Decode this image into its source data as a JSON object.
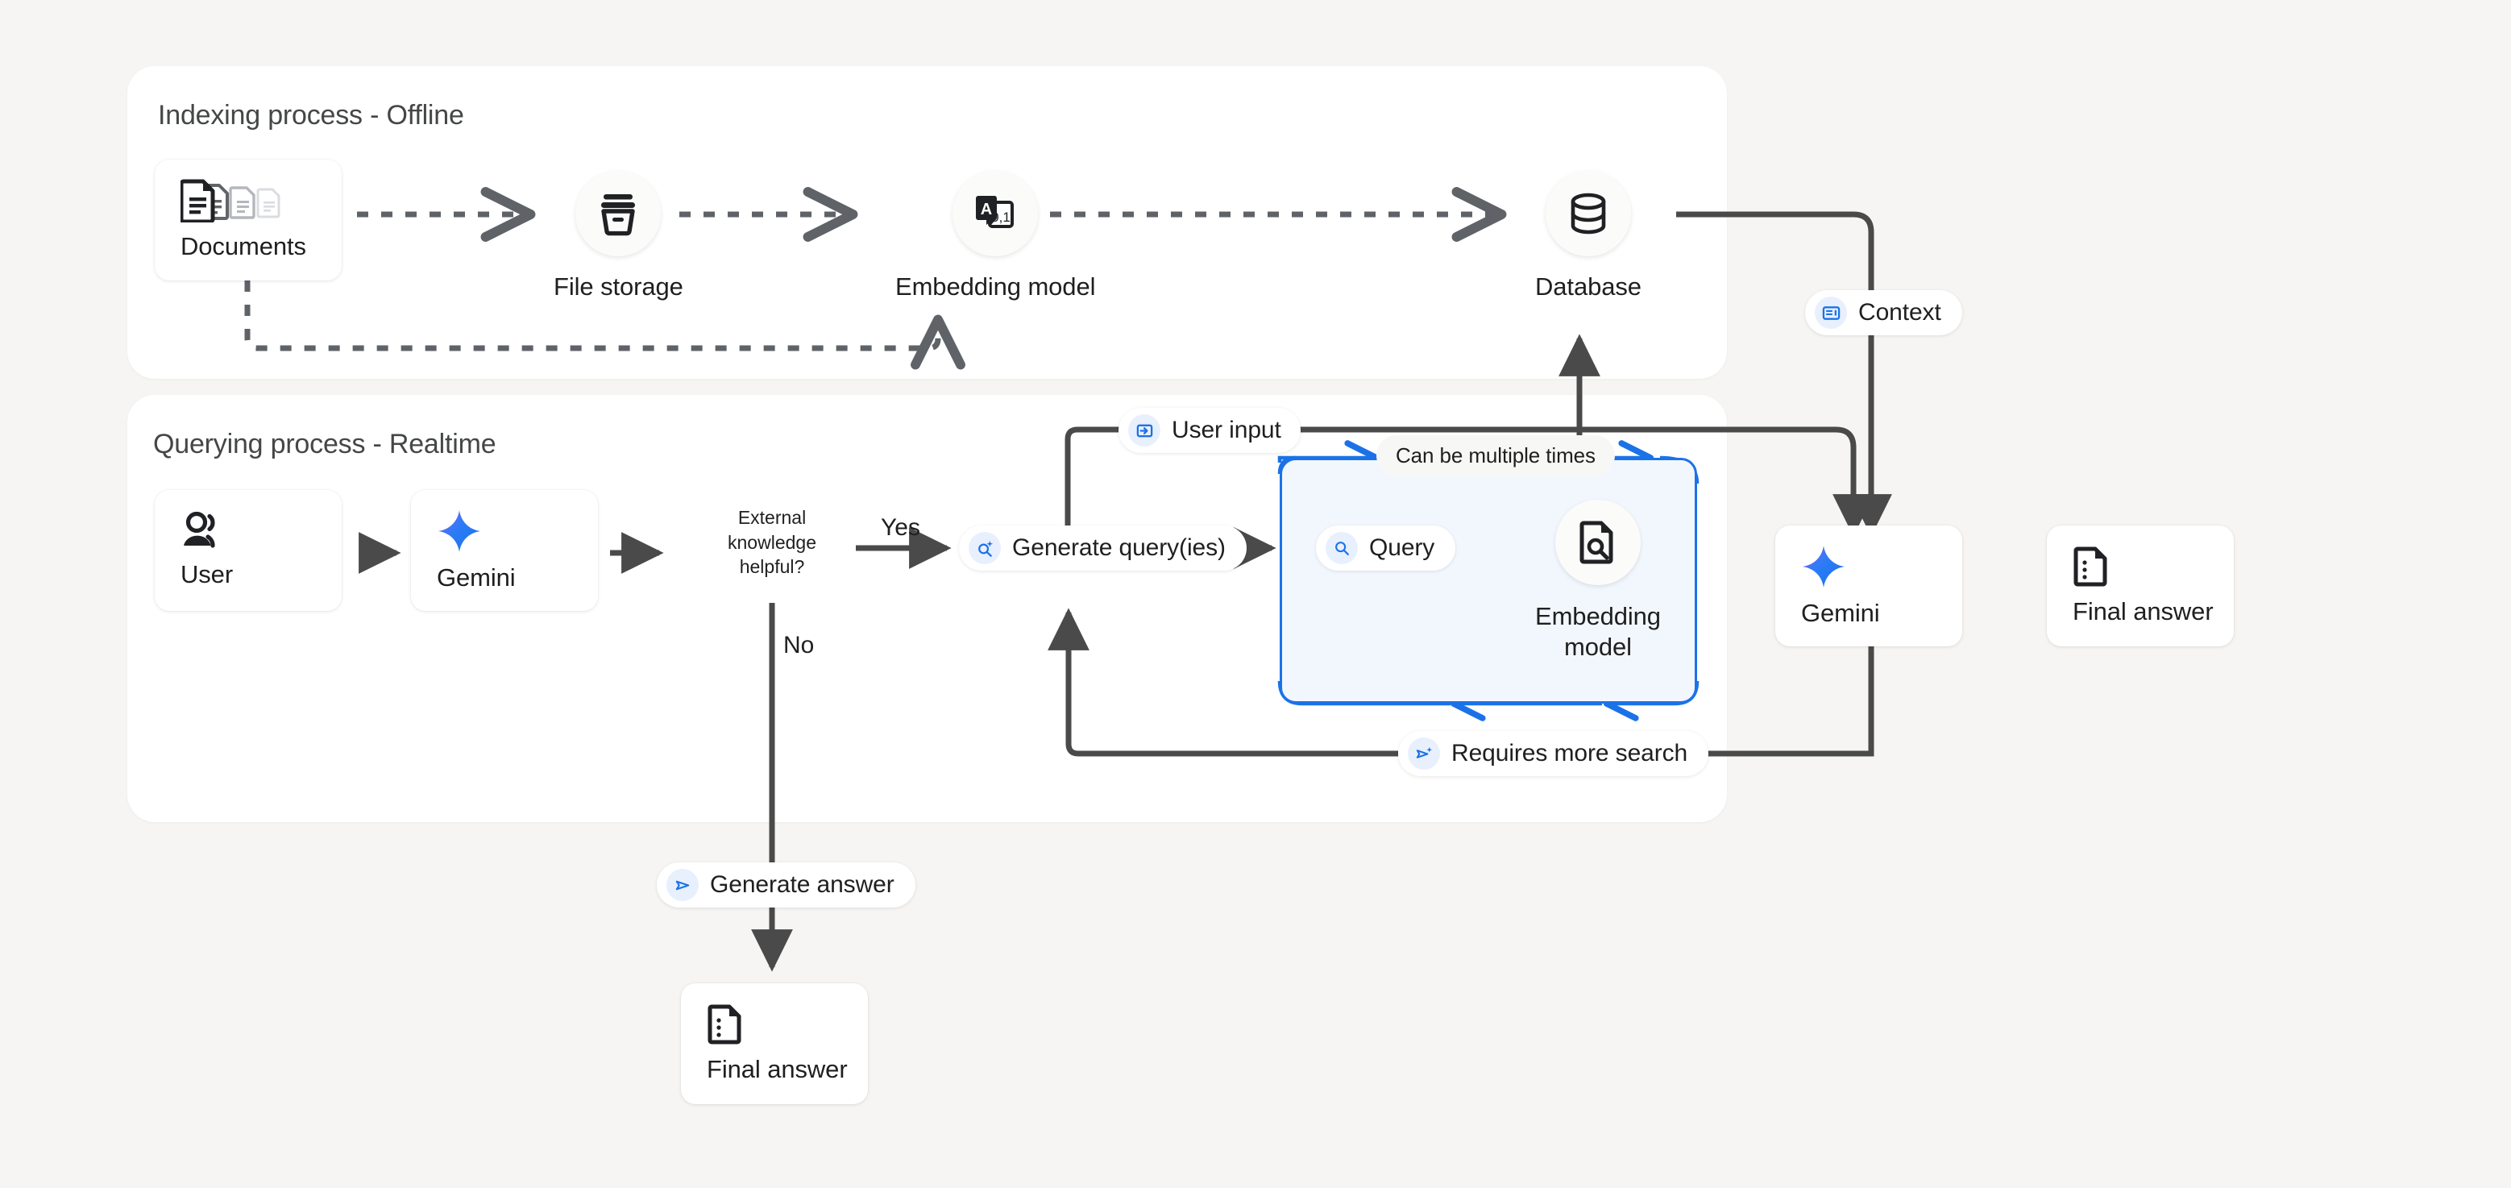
{
  "diagram": {
    "title": "RAG indexing and querying process flow",
    "background_color": "#f6f5f3",
    "accent_blue": "#1b72e8",
    "arrow_gray": "#4a4a4a"
  },
  "panels": {
    "indexing": {
      "title": "Indexing process - Offline"
    },
    "querying": {
      "title": "Querying process - Realtime"
    }
  },
  "indexing_nodes": {
    "documents": {
      "label": "Documents",
      "icon": "documents-stack-icon"
    },
    "file_storage": {
      "label": "File storage",
      "icon": "archive-box-icon"
    },
    "embedding_model": {
      "label": "Embedding model",
      "icon": "translate-embedding-icon"
    },
    "database": {
      "label": "Database",
      "icon": "database-cylinder-icon"
    }
  },
  "querying_nodes": {
    "user": {
      "label": "User",
      "icon": "person-icon"
    },
    "gemini_left": {
      "label": "Gemini",
      "icon": "gemini-sparkle-icon"
    },
    "decision": {
      "line1": "External",
      "line2": "knowledge",
      "line3": "helpful?"
    },
    "embedding_model": {
      "label_line1": "Embedding",
      "label_line2": "model",
      "icon": "document-search-icon"
    },
    "gemini_right": {
      "label": "Gemini",
      "icon": "gemini-sparkle-icon"
    },
    "final_answer_right": {
      "label": "Final answer",
      "icon": "answer-document-icon"
    },
    "final_answer_bottom": {
      "label": "Final answer",
      "icon": "answer-document-icon"
    }
  },
  "pills": {
    "context": {
      "label": "Context",
      "icon": "context-panel-icon"
    },
    "user_input": {
      "label": "User input",
      "icon": "input-arrow-icon"
    },
    "generate_queries": {
      "label": "Generate query(ies)",
      "icon": "search-sparkle-icon"
    },
    "query": {
      "label": "Query",
      "icon": "search-icon"
    },
    "requires_more_search": {
      "label": "Requires more search",
      "icon": "send-sparkle-icon"
    },
    "generate_answer": {
      "label": "Generate answer",
      "icon": "send-icon"
    },
    "can_be_multiple_times": {
      "label": "Can be multiple times"
    }
  },
  "edge_labels": {
    "yes": "Yes",
    "no": "No"
  }
}
